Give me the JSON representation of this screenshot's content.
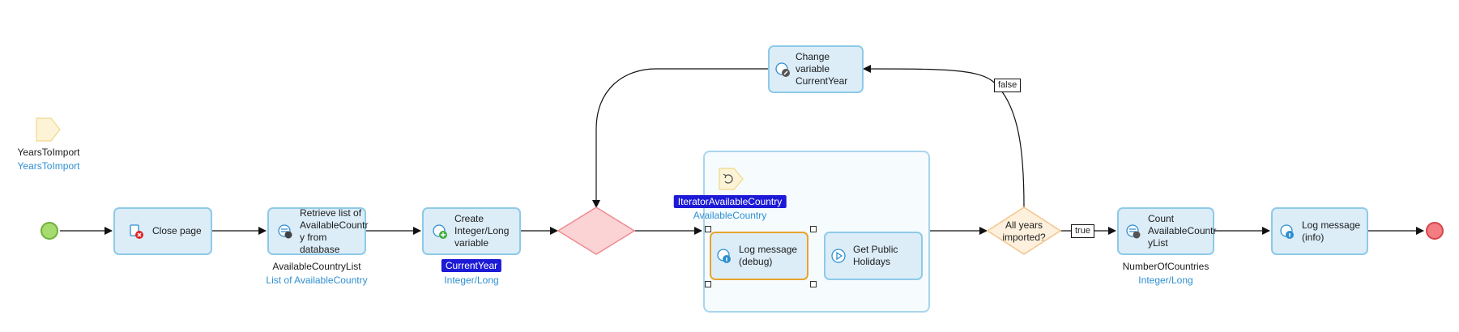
{
  "parameter": {
    "name": "YearsToImport",
    "type": "YearsToImport"
  },
  "activities": {
    "close_page": {
      "label": "Close page"
    },
    "retrieve": {
      "label": "Retrieve list of\nAvailableCountr\ny from database",
      "output_name": "AvailableCountryList",
      "output_type": "List of AvailableCountry"
    },
    "create_var": {
      "label": "Create\nInteger/Long\nvariable",
      "output_name": "CurrentYear",
      "output_type": "Integer/Long"
    },
    "change_var": {
      "label": "Change variable\nCurrentYear"
    },
    "log_debug": {
      "label": "Log message\n(debug)"
    },
    "get_holidays": {
      "label": "Get Public\nHolidays"
    },
    "count": {
      "label": "Count\nAvailableCountr\nyList",
      "output_name": "NumberOfCountries",
      "output_type": "Integer/Long"
    },
    "log_info": {
      "label": "Log message\n(info)"
    }
  },
  "loop": {
    "iterator_name": "IteratorAvailableCountry",
    "iterator_type": "AvailableCountry"
  },
  "decision": {
    "label": "All years\nimported?"
  },
  "flow_labels": {
    "true": "true",
    "false": "false"
  },
  "colors": {
    "activity_fill": "#dcedf8",
    "activity_border": "#8ecae8",
    "merge_fill": "#fbd3d5",
    "merge_border": "#f08a90",
    "decision_fill": "#fdf0dc",
    "decision_border": "#f5c48a",
    "selected_border": "#e9a32b",
    "highlight": "#1c1ad6",
    "type_text": "#2e8fd1"
  },
  "icons": {
    "close_page": "close-page-icon",
    "retrieve": "retrieve-icon",
    "create_var": "create-variable-icon",
    "change_var": "change-variable-icon",
    "log": "log-info-icon",
    "microflow_call": "microflow-call-icon",
    "count": "aggregate-icon",
    "parameter": "parameter-icon",
    "loop": "loop-icon"
  }
}
